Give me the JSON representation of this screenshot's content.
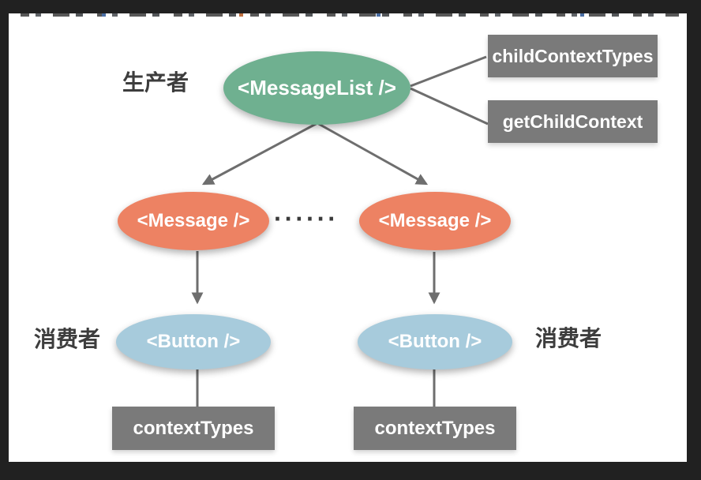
{
  "labels": {
    "producer": "生产者",
    "consumer_left": "消费者",
    "consumer_right": "消费者"
  },
  "nodes": {
    "root": "<MessageList />",
    "message_left": "<Message />",
    "message_right": "<Message />",
    "button_left": "<Button />",
    "button_right": "<Button />"
  },
  "boxes": {
    "child_context_types": "childContextTypes",
    "get_child_context": "getChildContext",
    "context_types_left": "contextTypes",
    "context_types_right": "contextTypes"
  },
  "misc": {
    "ellipsis": "······"
  },
  "colors": {
    "frame_background": "#212121",
    "page_background": "#ffffff",
    "root_node": "#6fb090",
    "message_node": "#ed8263",
    "button_node": "#a7cbdc",
    "api_box": "#7a7a7a",
    "connector_line": "#6e6e6e",
    "label_text": "#3d3d3d",
    "node_text": "#ffffff"
  }
}
